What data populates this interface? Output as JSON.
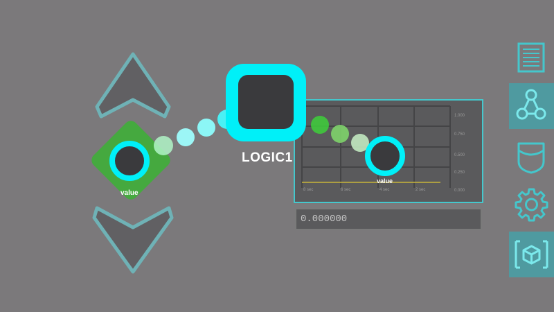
{
  "logic_block": {
    "label": "LOGIC1"
  },
  "input_node": {
    "port_label": "value"
  },
  "output_node": {
    "port_label": "value"
  },
  "graph": {
    "x_tick_labels": [
      "8 sec",
      "6 sec",
      "4 sec",
      "2 sec"
    ],
    "y_tick_labels": [
      "1.000",
      "0.750",
      "0.500",
      "0.250",
      "0.000"
    ]
  },
  "value_display": {
    "text": "0.000000"
  },
  "toolbar": {
    "items": [
      {
        "icon": "document-icon",
        "active": false
      },
      {
        "icon": "node-graph-icon",
        "active": true
      },
      {
        "icon": "pocket-icon",
        "active": false
      },
      {
        "icon": "gear-icon",
        "active": false
      },
      {
        "icon": "cube-frame-icon",
        "active": true
      }
    ]
  },
  "colors": {
    "accent": "#00f0f8",
    "green": "#3fae39",
    "background": "#7b797b",
    "toolbar_active": "#4f9aa0"
  }
}
